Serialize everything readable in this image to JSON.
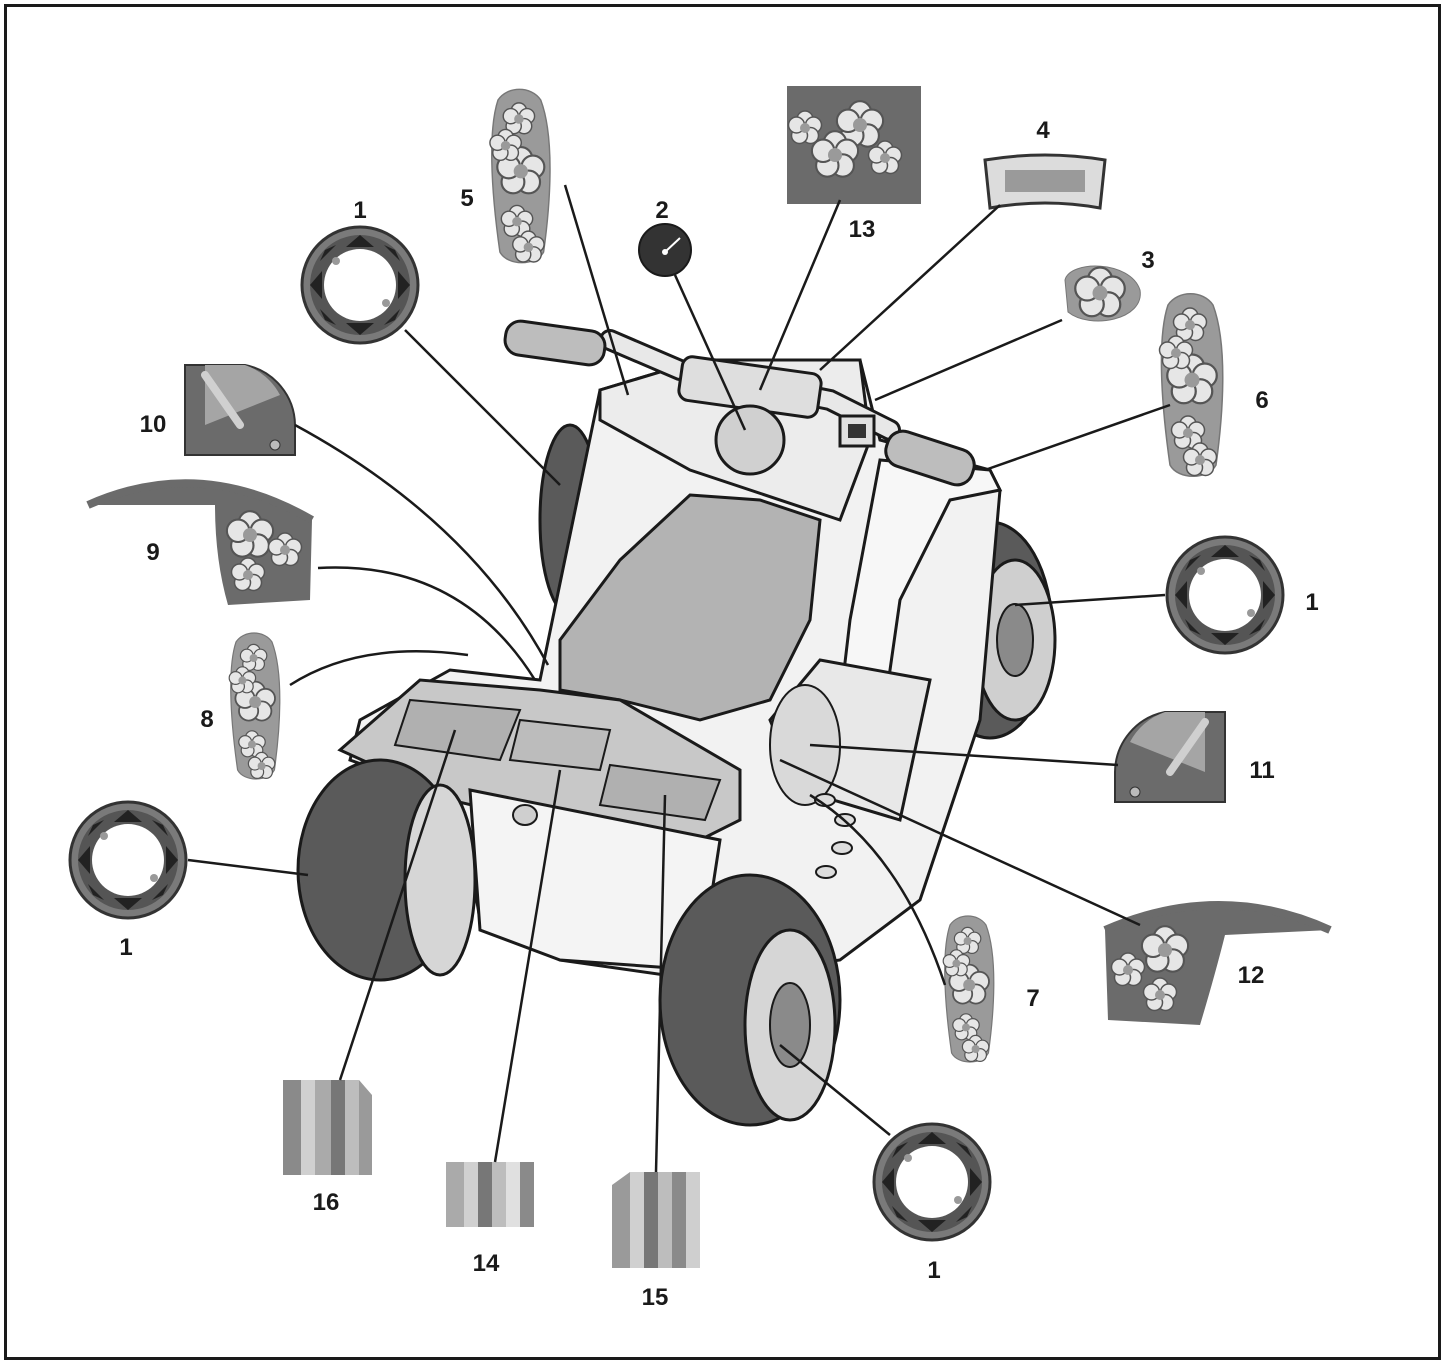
{
  "figure": {
    "subject": "ride-on ATV decal placement",
    "colors": {
      "outline": "#1a1a1a",
      "body": "#f2f2f2",
      "seat": "#b3b3b3",
      "tire": "#5a5a5a",
      "decal_dark": "#6b6b6b",
      "decal_mid": "#8f8f8f",
      "decal_light": "#c8c8c8"
    }
  },
  "callouts": {
    "c1a": "1",
    "c1b": "1",
    "c1c": "1",
    "c1d": "1",
    "c2": "2",
    "c3": "3",
    "c4": "4",
    "c5": "5",
    "c6": "6",
    "c7": "7",
    "c8": "8",
    "c9": "9",
    "c10": "10",
    "c11": "11",
    "c12": "12",
    "c13": "13",
    "c14": "14",
    "c15": "15",
    "c16": "16"
  },
  "decals": [
    {
      "id": "1",
      "kind": "wheel hub decal",
      "icon": "hub-decal-icon"
    },
    {
      "id": "2",
      "kind": "speedometer gauge",
      "icon": "gauge-icon"
    },
    {
      "id": "3",
      "kind": "small flower",
      "icon": "flower-icon"
    },
    {
      "id": "4",
      "kind": "headlight",
      "icon": "headlight-icon"
    },
    {
      "id": "5",
      "kind": "flower strip",
      "icon": "flower-strip-icon"
    },
    {
      "id": "6",
      "kind": "flower strip",
      "icon": "flower-strip-icon"
    },
    {
      "id": "7",
      "kind": "flower strip",
      "icon": "flower-strip-icon"
    },
    {
      "id": "8",
      "kind": "flower strip",
      "icon": "flower-strip-icon"
    },
    {
      "id": "9",
      "kind": "flower fender",
      "icon": "fender-icon"
    },
    {
      "id": "10",
      "kind": "side panel",
      "icon": "quarter-panel-icon"
    },
    {
      "id": "11",
      "kind": "side panel",
      "icon": "quarter-panel-icon"
    },
    {
      "id": "12",
      "kind": "flower fender",
      "icon": "fender-icon"
    },
    {
      "id": "13",
      "kind": "flower plate",
      "icon": "flower-plate-icon"
    },
    {
      "id": "14",
      "kind": "stripes",
      "icon": "stripes-icon"
    },
    {
      "id": "15",
      "kind": "stripes",
      "icon": "stripes-icon"
    },
    {
      "id": "16",
      "kind": "stripes",
      "icon": "stripes-icon"
    }
  ]
}
